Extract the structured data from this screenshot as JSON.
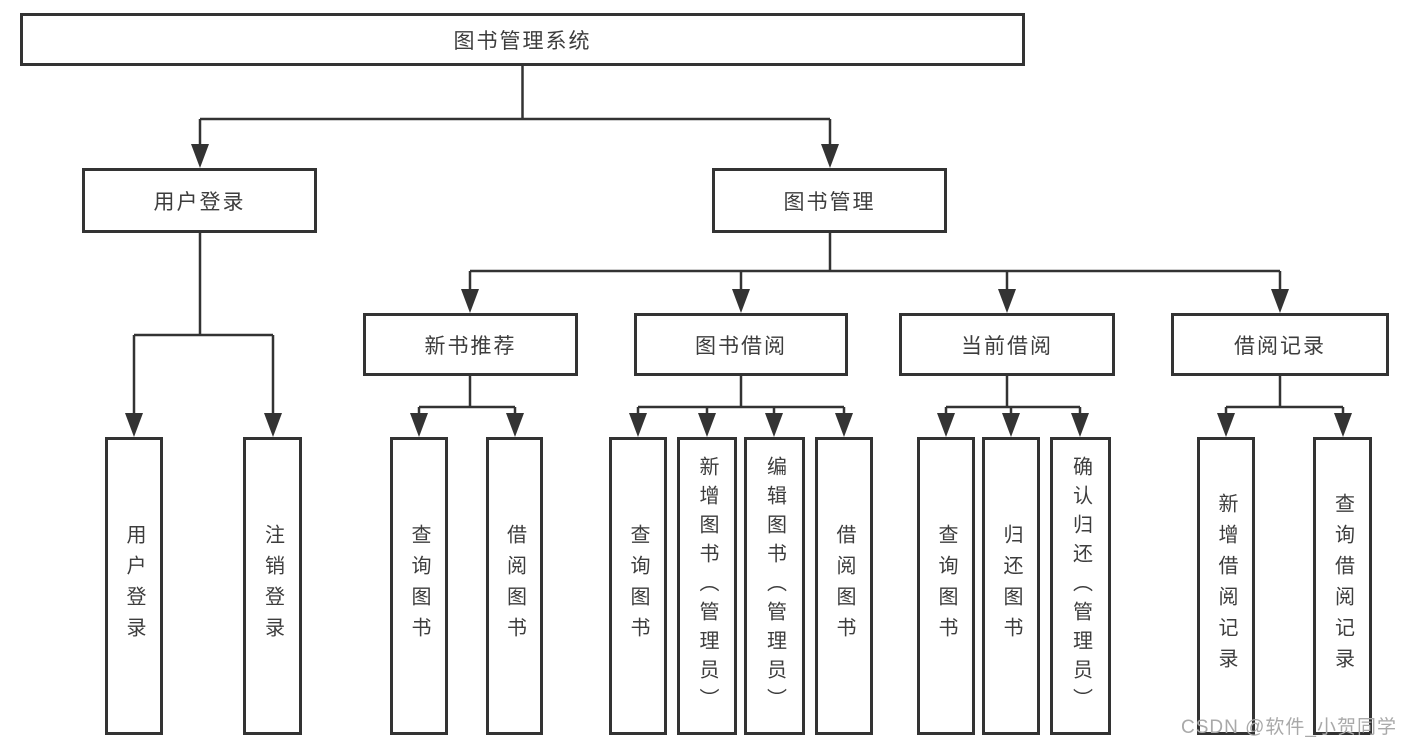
{
  "colors": {
    "line": "#333333",
    "box_border": "#333333",
    "box_text": "#3d3d3d",
    "background": "#ffffff",
    "watermark": "#a9a9a9"
  },
  "watermark": "CSDN @软件_小贺同学",
  "tree": {
    "label": "图书管理系统",
    "children": [
      {
        "label": "用户登录",
        "children": [
          {
            "label": "用户登录"
          },
          {
            "label": "注销登录"
          }
        ]
      },
      {
        "label": "图书管理",
        "children": [
          {
            "label": "新书推荐",
            "children": [
              {
                "label": "查询图书"
              },
              {
                "label": "借阅图书"
              }
            ]
          },
          {
            "label": "图书借阅",
            "children": [
              {
                "label": "查询图书"
              },
              {
                "label": "新增图书（管理员）"
              },
              {
                "label": "编辑图书（管理员）"
              },
              {
                "label": "借阅图书"
              }
            ]
          },
          {
            "label": "当前借阅",
            "children": [
              {
                "label": "查询图书"
              },
              {
                "label": "归还图书"
              },
              {
                "label": "确认归还（管理员）"
              }
            ]
          },
          {
            "label": "借阅记录",
            "children": [
              {
                "label": "新增借阅记录"
              },
              {
                "label": "查询借阅记录"
              }
            ]
          }
        ]
      }
    ]
  }
}
